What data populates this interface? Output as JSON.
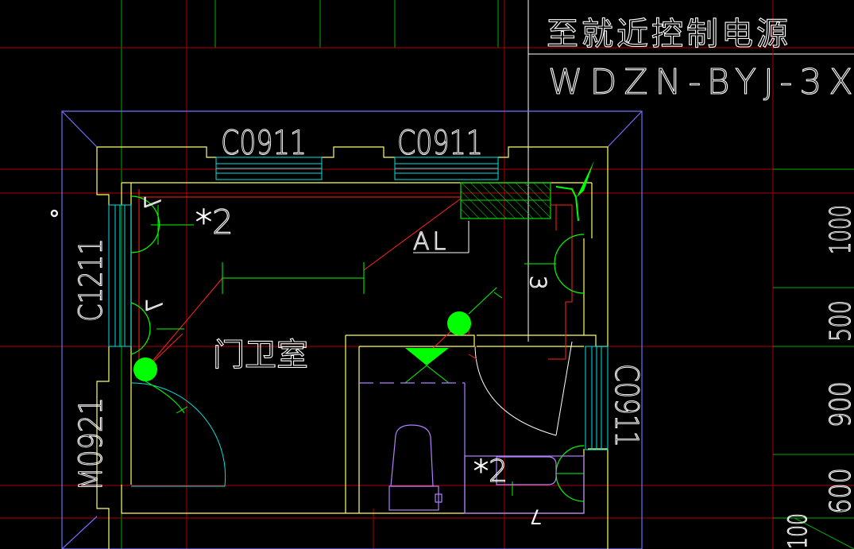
{
  "title_block": {
    "line1": "至就近控制电源",
    "line2": "WDZN-BYJ-3X"
  },
  "room_label": "门卫室",
  "panel_label": "AL",
  "windows": {
    "top_left": "C0911",
    "top_right": "C0911",
    "left": "C1211",
    "right": "C0911"
  },
  "door_label": "M0921",
  "circle_mark": "°",
  "switch_labels": {
    "upper_left_seven": "7",
    "upper_left_count": "*2",
    "mid_left_seven": "7",
    "right_three": "3",
    "bath_count": "*2",
    "bath_seven": "7"
  },
  "dimensions": [
    "1000",
    "500",
    "900",
    "600",
    "100"
  ],
  "colors": {
    "background": "#000000",
    "wall_outer": "#6f6fff",
    "wall_inner": "#ffff66",
    "window": "#00ffff",
    "wiring_red": "#ff2222",
    "fixture_green": "#00ff00",
    "grid_red": "#c80000",
    "grid_green": "#00cc00",
    "fixture_purple": "#b080ff"
  }
}
